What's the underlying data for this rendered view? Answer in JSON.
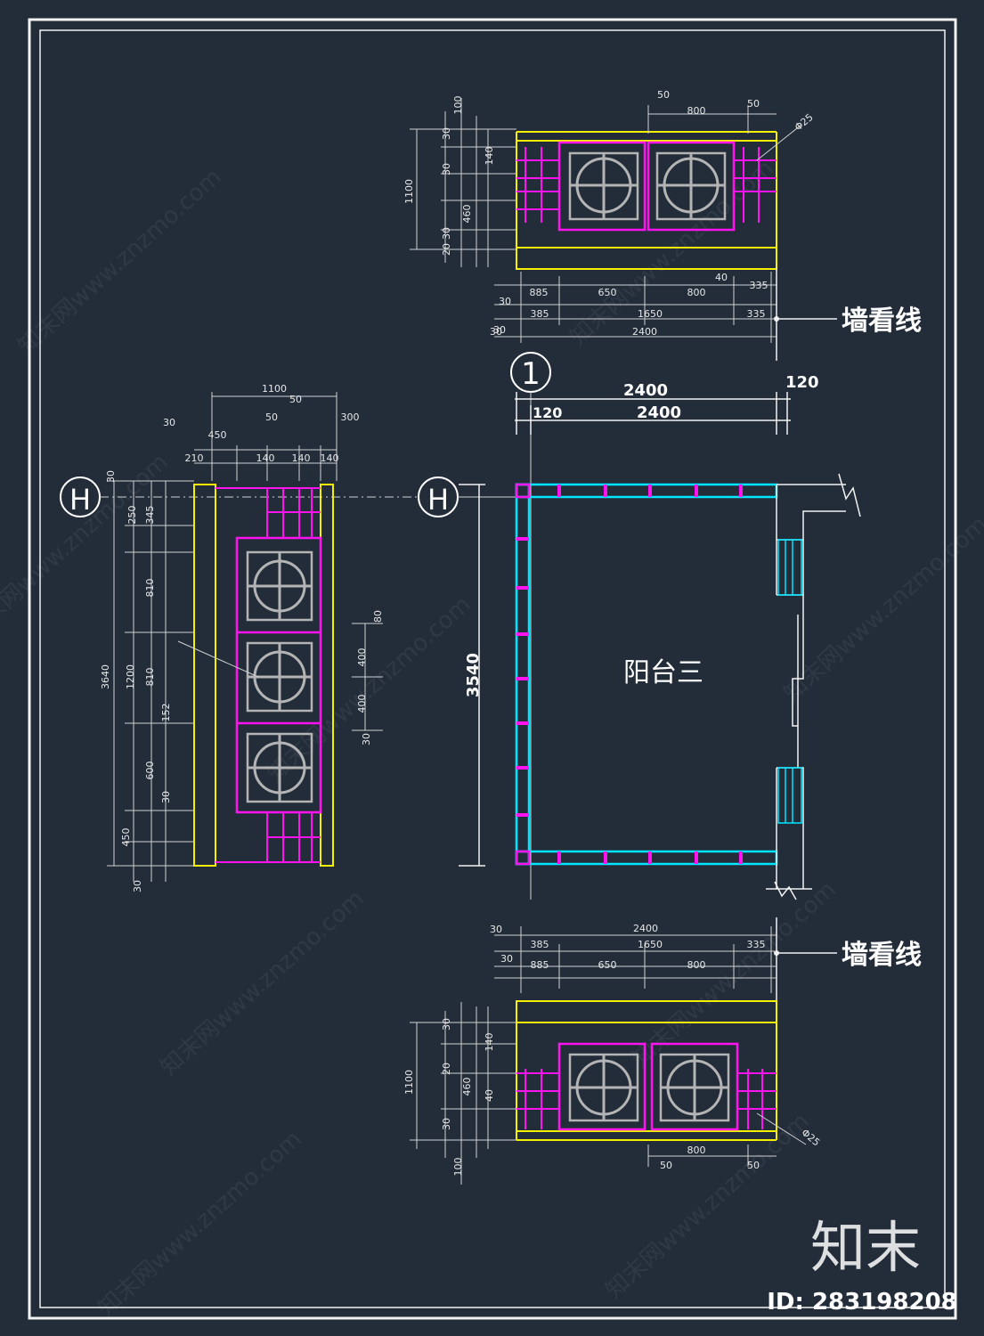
{
  "colors": {
    "background": "#232d3a",
    "frame": "#f2f2f2",
    "yellow": "#f5f000",
    "magenta": "#ff14f0",
    "cyan": "#00e5ff",
    "gray": "#b4b4b4",
    "white": "#ffffff"
  },
  "labels": {
    "grid_one": "1",
    "grid_h_left": "H",
    "grid_h_right": "H",
    "room_name": "阳台三",
    "wall_line_top": "墙看线",
    "wall_line_bottom": "墙看线",
    "dim_top_2400": "2400",
    "dim_top_120": "120",
    "dim_lower_120": "120",
    "dim_lower_2400": "2400",
    "dim_vertical_3540": "3540",
    "logo_text": "知末",
    "id_text": "ID: 283198208"
  },
  "small_dims": {
    "top_plan": [
      "50",
      "800",
      "50",
      "Φ25",
      "100",
      "1100",
      "30",
      "30",
      "140",
      "460",
      "30",
      "20",
      "30",
      "885",
      "650",
      "800",
      "335",
      "30",
      "385",
      "1650",
      "335",
      "30",
      "2400",
      "40"
    ],
    "bottom_plan": [
      "30",
      "2400",
      "385",
      "1650",
      "335",
      "30",
      "885",
      "650",
      "800",
      "30",
      "140",
      "1100",
      "20",
      "460",
      "40",
      "30",
      "100",
      "800",
      "50",
      "50",
      "Φ25"
    ],
    "left_plan": [
      "1100",
      "50",
      "50",
      "300",
      "30",
      "450",
      "210",
      "140",
      "140",
      "140",
      "30",
      "250",
      "345",
      "810",
      "3640",
      "1200",
      "810",
      "152",
      "600",
      "30",
      "450",
      "80",
      "400",
      "400",
      "30",
      "30"
    ]
  },
  "watermark": {
    "text": "知末网www.znzmo.com"
  }
}
